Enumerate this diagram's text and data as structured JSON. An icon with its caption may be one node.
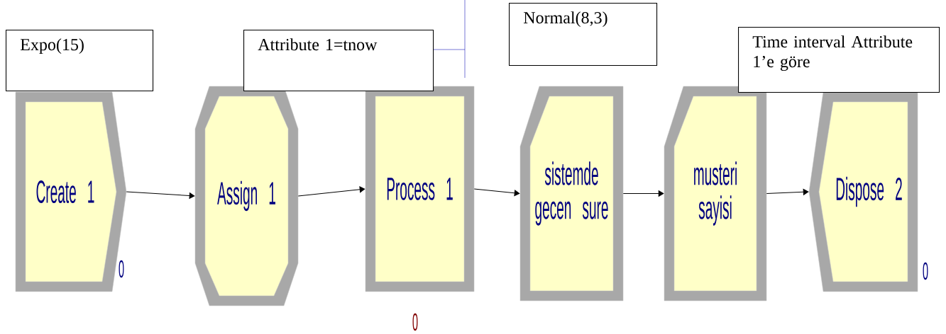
{
  "diagram": {
    "nodes": [
      {
        "text": [
          "Create 1"
        ],
        "beside": [
          "0"
        ]
      },
      {
        "text": [
          "Assign 1"
        ]
      },
      {
        "text": [
          "Process 1"
        ],
        "beside": [
          "0"
        ]
      },
      {
        "text": [
          "sistemde gecen sure"
        ]
      },
      {
        "text": [
          "musteri sayisi"
        ]
      },
      {
        "text": [
          "Dispose 2"
        ],
        "beside": [
          "0"
        ]
      },
      {
        "text": [
          "Expo(15)"
        ]
      },
      {
        "text": [
          "Attribute 1=tnow"
        ]
      },
      {
        "text": [
          "Normal(8,3)"
        ]
      },
      {
        "text": [
          "Time interval Attribute 1’e göre"
        ]
      }
    ],
    "edges": [
      {
        "from": 0,
        "to": 1,
        "arrow": "to"
      },
      {
        "from": 1,
        "to": 2,
        "arrow": "to"
      },
      {
        "from": 2,
        "to": 3,
        "arrow": "to"
      },
      {
        "from": 3,
        "to": 4,
        "arrow": "to"
      },
      {
        "from": 4,
        "to": 5,
        "arrow": "to"
      }
    ]
  }
}
